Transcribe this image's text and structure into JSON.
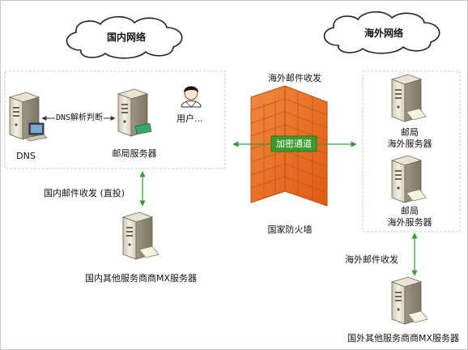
{
  "clouds": {
    "domestic": "国内网络",
    "overseas": "海外网络"
  },
  "domestic_zone": {
    "dns_label": "DNS",
    "dns_link_label": "DNS解析判断",
    "mail_server_label": "邮局服务器",
    "user_label": "用户..."
  },
  "firewall": {
    "top_label": "海外邮件收发",
    "tunnel_label": "加密通道",
    "name": "国家防火墙"
  },
  "overseas_zone": {
    "server1_label_line1": "邮局",
    "server1_label_line2": "海外服务器",
    "server2_label_line1": "邮局",
    "server2_label_line2": "海外服务器"
  },
  "domestic_external": {
    "link_label": "国内邮件收发 (直投)",
    "server_label": "国内其他服务商商MX服务器"
  },
  "overseas_external": {
    "link_label": "海外邮件收发",
    "server_label": "国外其他服务商商MX服务器"
  },
  "colors": {
    "arrow_green": "#3a9a3a",
    "tunnel_green": "#3e9a2e",
    "firewall_orange": "#ec6a1f",
    "zone_border": "#c9c9c9"
  }
}
